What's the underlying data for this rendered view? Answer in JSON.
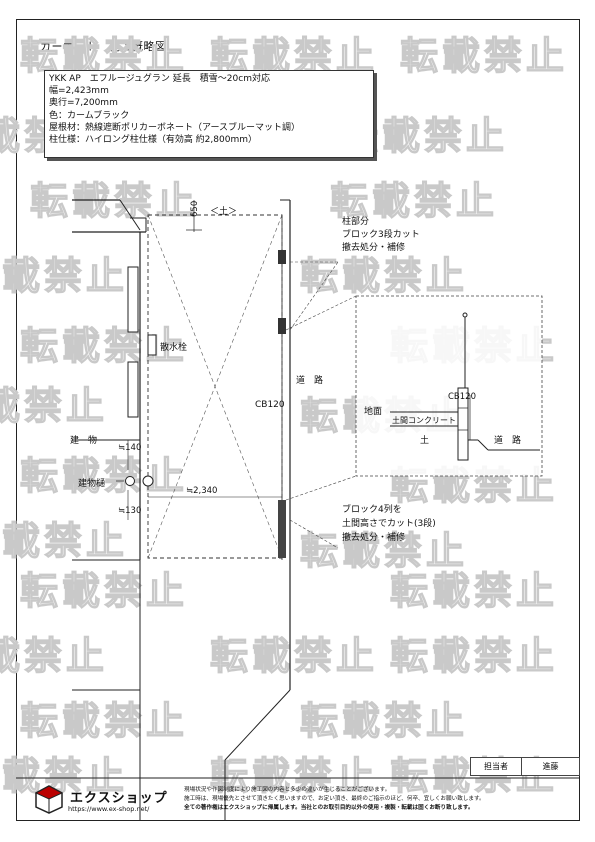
{
  "title": "カーポート　施工概略図",
  "spec": {
    "line1": "YKK AP　エフルージュグラン 延長　積雪～20cm対応",
    "line2": "幅=2,423mm",
    "line3": "奥行=7,200mm",
    "line4": "色：カームブラック",
    "line5": "屋根材：熱線遮断ポリカーボネート（アースブルーマット調）",
    "line6": "柱仕様：ハイロング柱仕様（有効高 約2,800mm）"
  },
  "plan": {
    "dim_650": "650",
    "soil_label": "＜土＞",
    "drain_label": "散水栓",
    "road_label": "道　路",
    "cb_label": "CB120",
    "building_label": "建　物",
    "gutter_label": "建物樋",
    "dim_140": "≒140",
    "dim_130": "≒130",
    "dim_2340": "≒2,340"
  },
  "notes": {
    "pillar_note_1": "柱部分",
    "pillar_note_2": "ブロック3段カット",
    "pillar_note_3": "撤去処分・補修",
    "block_note_1": "ブロック4列を",
    "block_note_2": "土間高さでカット(3段)",
    "block_note_3": "撤去処分・補修"
  },
  "section": {
    "cb_label": "CB120",
    "ground_label": "地面",
    "concrete_label": "土間コンクリート",
    "soil_label": "土",
    "road_label": "道　路"
  },
  "watermark": "転載禁止",
  "footer": {
    "staff_label": "担当者",
    "staff_name": "進藤",
    "logo_text": "エクスショップ",
    "logo_url": "https://www.ex-shop.net/",
    "note1": "現場状況や作図制度により施工図の内容と多少の違いが生じることがございます。",
    "note2": "施工時は、現場優先とさせて頂きたく思いますので、お定い頂き、最終のご指示のほど、何卒、宜しくお願い致します。",
    "note3": "全ての著作権はエクスショップに帰属します。当社とのお取引目的以外の使用・複製・転載は固くお断り致します。"
  }
}
